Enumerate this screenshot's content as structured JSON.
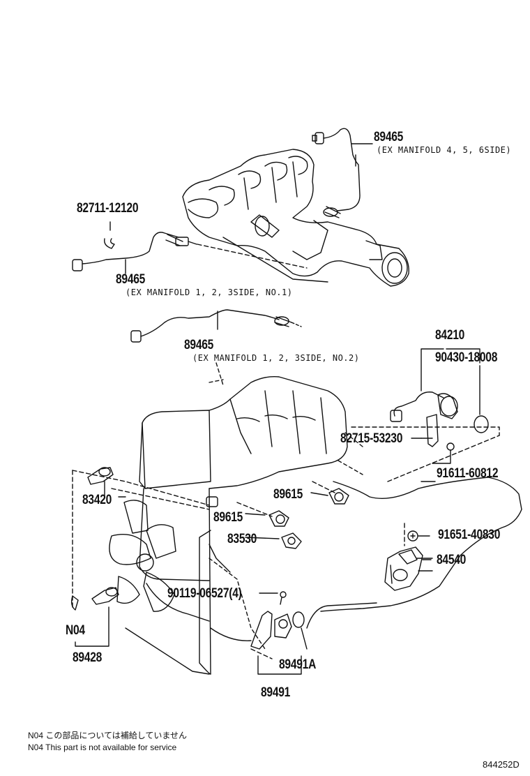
{
  "labels": {
    "p89465_top": "89465",
    "note_top": "(EX MANIFOLD 4, 5, 6SIDE)",
    "p82711": "82711-12120",
    "p89465_mid": "89465",
    "note_mid": "(EX MANIFOLD 1, 2, 3SIDE, NO.1)",
    "p89465_low": "89465",
    "note_low": "(EX MANIFOLD 1, 2, 3SIDE, NO.2)",
    "p84210": "84210",
    "p90430": "90430-18008",
    "p82715": "82715-53230",
    "p91611": "91611-60812",
    "p83420": "83420",
    "p89615_a": "89615",
    "p89615_b": "89615",
    "p83530": "83530",
    "p91651": "91651-40830",
    "p84540": "84540",
    "p90119": "90119-06527(4)",
    "pN04": "N04",
    "p89428": "89428",
    "p89491A": "89491A",
    "p89491": "89491"
  },
  "footnotes": {
    "jp": "N04 この部品については補給していません",
    "en": "N04 This part is not available for service"
  },
  "diagram_code": "844252D",
  "colors": {
    "ink": "#111111",
    "paper": "#ffffff"
  }
}
